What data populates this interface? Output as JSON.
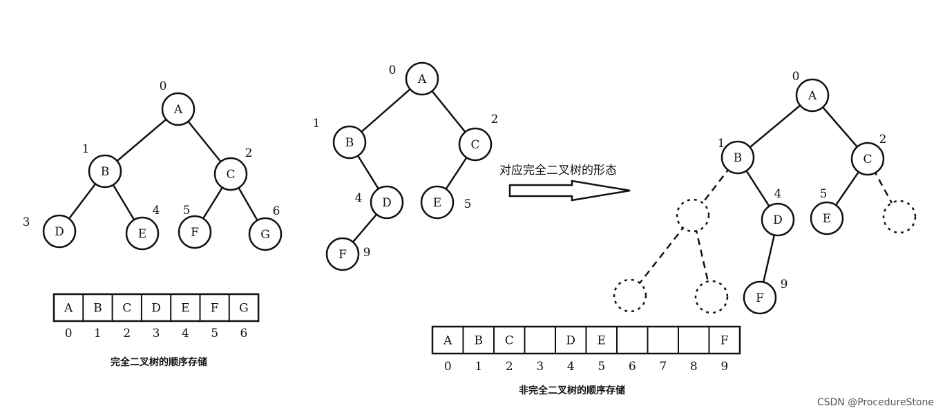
{
  "complete_tree": {
    "nodes": [
      {
        "id": "A",
        "label": "A",
        "index": "0"
      },
      {
        "id": "B",
        "label": "B",
        "index": "1"
      },
      {
        "id": "C",
        "label": "C",
        "index": "2"
      },
      {
        "id": "D",
        "label": "D",
        "index": "3"
      },
      {
        "id": "E",
        "label": "E",
        "index": "4"
      },
      {
        "id": "F",
        "label": "F",
        "index": "5"
      },
      {
        "id": "G",
        "label": "G",
        "index": "6"
      }
    ],
    "edges": [
      [
        "A",
        "B"
      ],
      [
        "A",
        "C"
      ],
      [
        "B",
        "D"
      ],
      [
        "B",
        "E"
      ],
      [
        "C",
        "F"
      ],
      [
        "C",
        "G"
      ]
    ],
    "array_cells": [
      "A",
      "B",
      "C",
      "D",
      "E",
      "F",
      "G"
    ],
    "array_indices": [
      "0",
      "1",
      "2",
      "3",
      "4",
      "5",
      "6"
    ],
    "caption": "完全二叉树的顺序存储"
  },
  "noncomplete_tree": {
    "nodes": [
      {
        "id": "A",
        "label": "A",
        "index": "0"
      },
      {
        "id": "B",
        "label": "B",
        "index": "1"
      },
      {
        "id": "C",
        "label": "C",
        "index": "2"
      },
      {
        "id": "D",
        "label": "D",
        "index": "4"
      },
      {
        "id": "E",
        "label": "E",
        "index": "5"
      },
      {
        "id": "F",
        "label": "F",
        "index": "9"
      }
    ],
    "edges": [
      [
        "A",
        "B"
      ],
      [
        "A",
        "C"
      ],
      [
        "B",
        "D"
      ],
      [
        "C",
        "E"
      ],
      [
        "D",
        "F"
      ]
    ]
  },
  "arrow": {
    "label": "对应完全二叉树的形态"
  },
  "completed_form_tree": {
    "nodes": [
      {
        "id": "A",
        "label": "A",
        "index": "0"
      },
      {
        "id": "B",
        "label": "B",
        "index": "1"
      },
      {
        "id": "C",
        "label": "C",
        "index": "2"
      },
      {
        "id": "D",
        "label": "D",
        "index": "4"
      },
      {
        "id": "E",
        "label": "E",
        "index": "5"
      },
      {
        "id": "F",
        "label": "F",
        "index": "9"
      }
    ],
    "virtual_nodes": [
      "v3",
      "v7",
      "v8",
      "v6"
    ],
    "edges": [
      [
        "A",
        "B"
      ],
      [
        "A",
        "C"
      ],
      [
        "B",
        "D"
      ],
      [
        "C",
        "E"
      ],
      [
        "D",
        "F"
      ]
    ],
    "dashed_edges": [
      [
        "B",
        "v3"
      ],
      [
        "v3",
        "v7"
      ],
      [
        "v3",
        "v8"
      ],
      [
        "C",
        "v6"
      ]
    ],
    "array_cells": [
      "A",
      "B",
      "C",
      "",
      "D",
      "E",
      "",
      "",
      "",
      "F"
    ],
    "array_indices": [
      "0",
      "1",
      "2",
      "3",
      "4",
      "5",
      "6",
      "7",
      "8",
      "9"
    ],
    "caption": "非完全二叉树的顺序存储"
  },
  "watermark": "CSDN @ProcedureStone"
}
